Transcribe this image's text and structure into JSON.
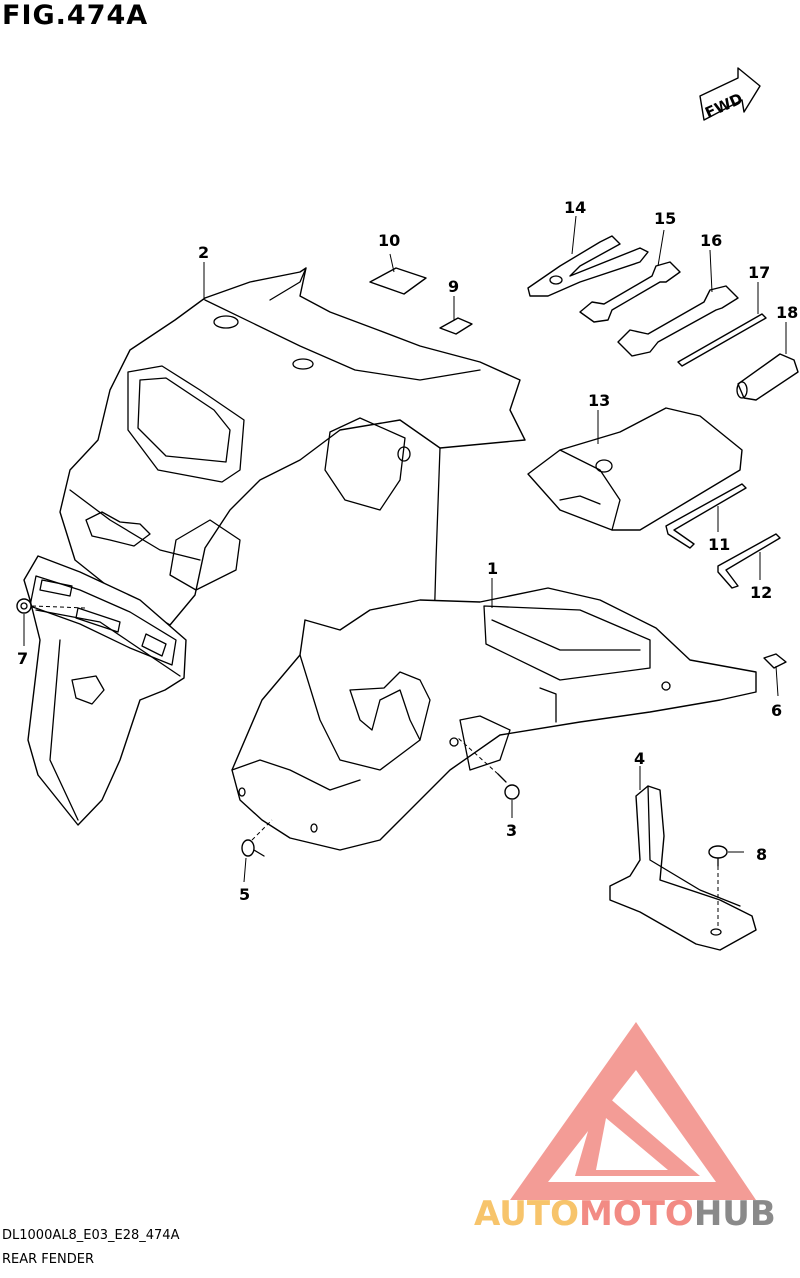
{
  "figure": {
    "title": "FIG.474A",
    "direction_label": "FWD"
  },
  "callouts": [
    "1",
    "2",
    "3",
    "4",
    "5",
    "6",
    "7",
    "8",
    "9",
    "10",
    "11",
    "12",
    "13",
    "14",
    "15",
    "16",
    "17",
    "18"
  ],
  "footer": {
    "code": "DL1000AL8_E03_E28_474A",
    "name": "REAR FENDER"
  },
  "watermark": {
    "part_a": "AUTO",
    "part_b": "MOTO",
    "part_c": "HUB",
    "colors": {
      "auto": "#f7c46b",
      "moto": "#f28b84",
      "hub": "#8a8a8a",
      "logo": "#f28b84"
    }
  }
}
